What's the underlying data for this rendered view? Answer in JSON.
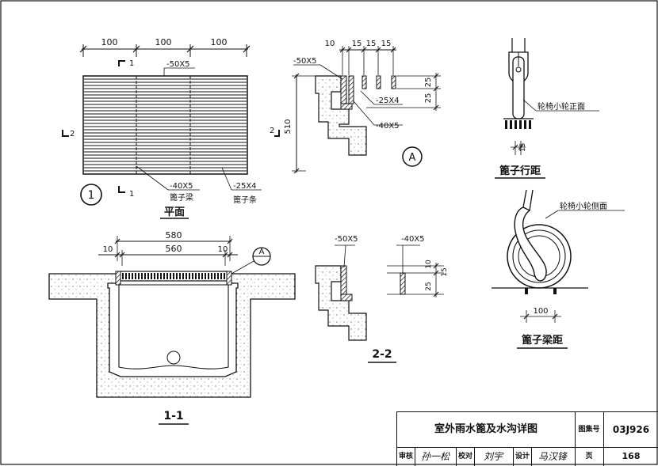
{
  "plan": {
    "dims": [
      "100",
      "100",
      "100"
    ],
    "section_mark_1_top": "1",
    "section_mark_1_bottom": "1",
    "section_mark_2": "2",
    "label_top": "-50X5",
    "label_beam": "-40X5",
    "label_beam_name": "篦子梁",
    "label_bar": "-25X4",
    "label_bar_name": "篦子条",
    "detail_no": "1",
    "caption": "平面"
  },
  "detail_a": {
    "dims_top": [
      "10",
      "15",
      "15",
      "15"
    ],
    "label_top": "-50X5",
    "label_mid": "-25X4",
    "label_low": "-40X5",
    "dims_right": [
      "25",
      "25"
    ],
    "dim_height": "510",
    "section_mark_2": "2",
    "marker": "A"
  },
  "section_1_1": {
    "dim_outer": "580",
    "dim_inner": "560",
    "dim_left": "10",
    "dim_right": "10",
    "marker": "A",
    "caption": "1-1"
  },
  "section_2_2": {
    "label_left": "-50X5",
    "label_right": "-40X5",
    "dims_right": [
      "10",
      "15",
      "25"
    ],
    "caption": "2-2"
  },
  "wheel_front": {
    "label": "轮椅小轮正面",
    "dim": "15",
    "caption": "篦子行距"
  },
  "wheel_side": {
    "label": "轮椅小轮侧面",
    "dim": "100",
    "caption": "篦子梁距"
  },
  "title_block": {
    "title": "室外雨水篦及水沟详图",
    "atlas_label": "图集号",
    "atlas_no": "03J926",
    "review_label": "审核",
    "check_label": "校对",
    "design_label": "设计",
    "page_label": "页",
    "page_no": "168",
    "sig_review": "孙一松",
    "sig_check": "刘宇",
    "sig_design": "马汉锋"
  }
}
